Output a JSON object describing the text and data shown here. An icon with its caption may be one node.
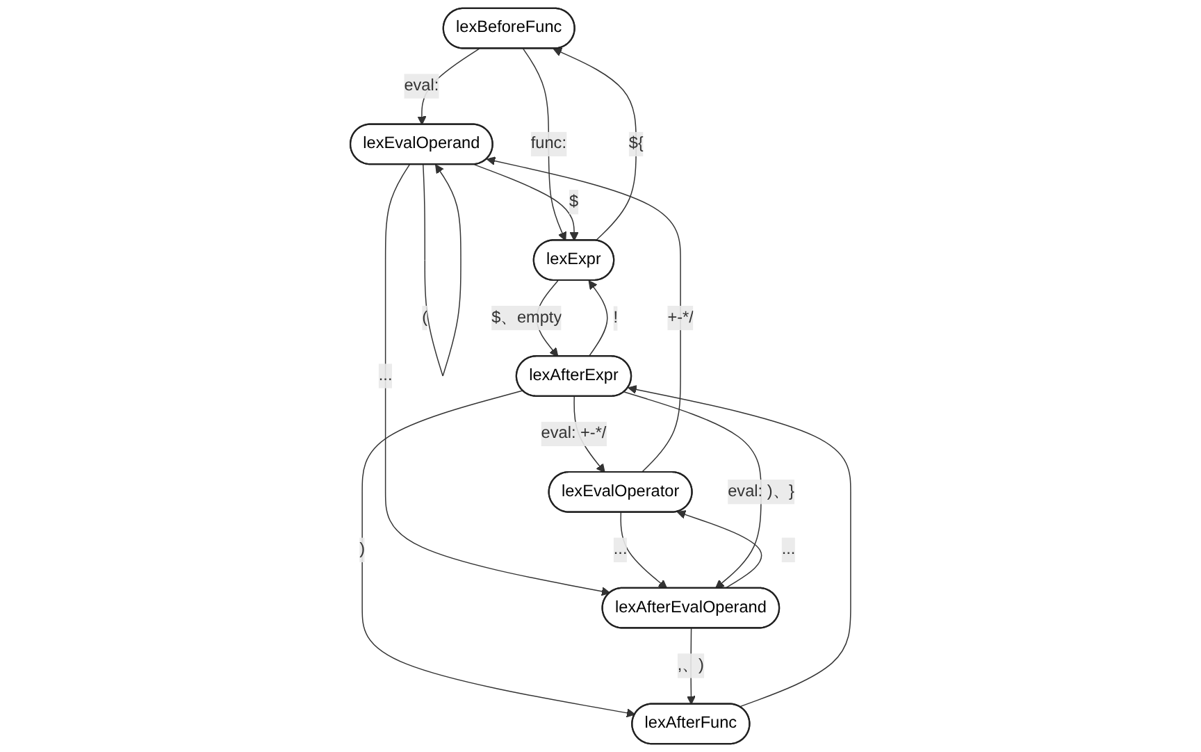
{
  "diagram": {
    "nodes": [
      {
        "text": [
          "lexBeforeFunc"
        ]
      },
      {
        "text": [
          "lexEvalOperand"
        ]
      },
      {
        "text": [
          "lexEvalOperator"
        ]
      },
      {
        "text": [
          "lexExpr"
        ]
      },
      {
        "text": [
          "lexAfterFunc"
        ]
      },
      {
        "text": [
          "lexAfterExpr"
        ]
      },
      {
        "text": [
          "lexAfterEvalOperand"
        ]
      }
    ],
    "edges": [
      {
        "from": 0,
        "to": 1,
        "arrow": "to",
        "label": "eval:"
      },
      {
        "from": 1,
        "to": 1,
        "arrow": "to",
        "label": "("
      },
      {
        "from": 2,
        "to": 1,
        "arrow": "to",
        "label": "+-*/"
      },
      {
        "from": 3,
        "to": 0,
        "arrow": "to",
        "label": "${"
      },
      {
        "from": 0,
        "to": 3,
        "arrow": "to",
        "label": "func:"
      },
      {
        "from": 1,
        "to": 3,
        "arrow": "to",
        "label": "$"
      },
      {
        "from": 5,
        "to": 2,
        "arrow": "to",
        "label": "eval: +-*/"
      },
      {
        "from": 3,
        "to": 5,
        "arrow": "to",
        "label": "$、empty"
      },
      {
        "from": 5,
        "to": 3,
        "arrow": "to",
        "label": "!"
      },
      {
        "from": 5,
        "to": 4,
        "arrow": "to",
        "label": ")"
      },
      {
        "from": 4,
        "to": 5,
        "arrow": "to"
      },
      {
        "from": 1,
        "to": 6,
        "arrow": "to",
        "label": "..."
      },
      {
        "from": 6,
        "to": 4,
        "arrow": "to",
        "label": ",、)"
      },
      {
        "from": 6,
        "to": 2,
        "arrow": "to",
        "label": "..."
      },
      {
        "from": 2,
        "to": 6,
        "arrow": "to",
        "label": "..."
      },
      {
        "from": 5,
        "to": 6,
        "arrow": "to",
        "label": "eval: )、}"
      }
    ]
  }
}
